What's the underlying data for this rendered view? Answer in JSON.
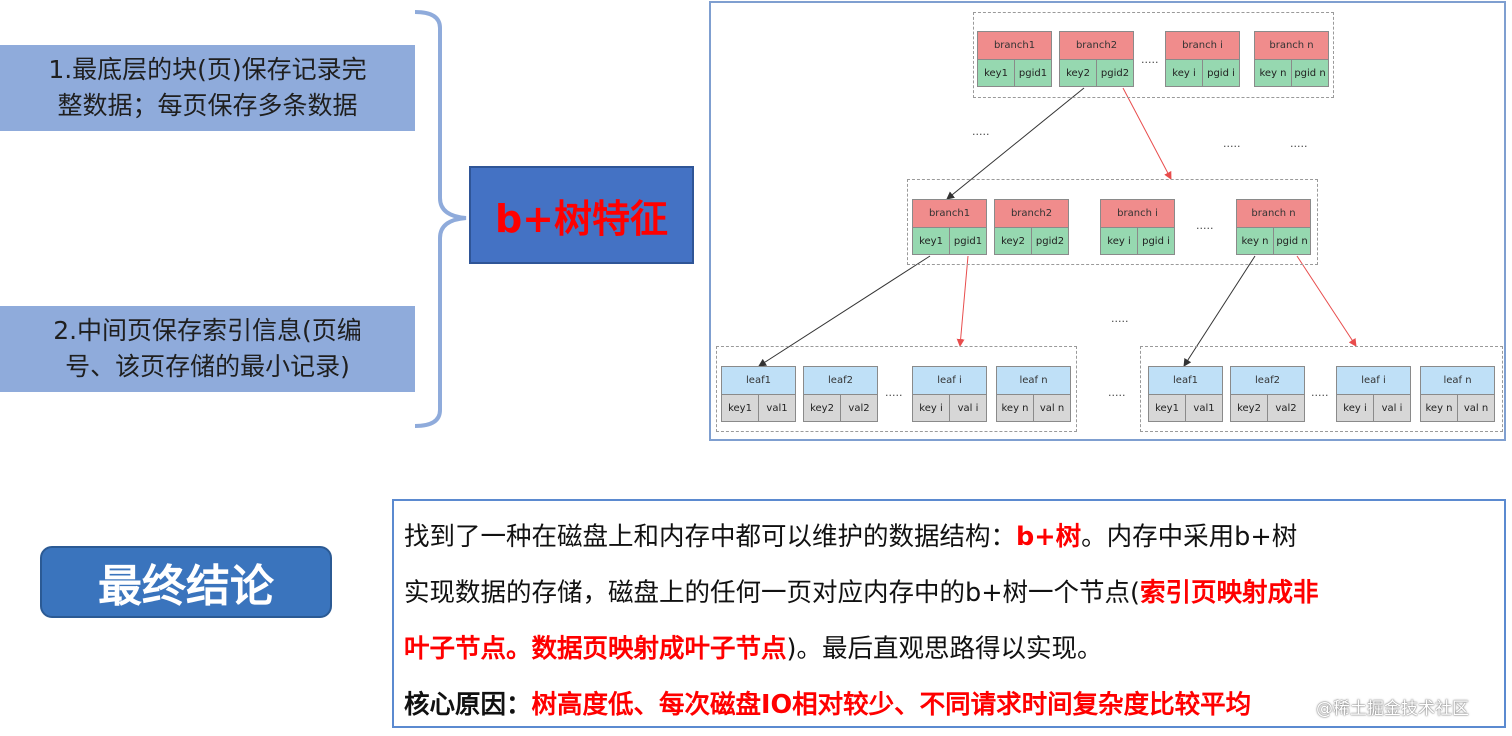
{
  "features": [
    {
      "line1": "1.最底层的块(页)保存记录完",
      "line2": "整数据；每页保存多条数据"
    },
    {
      "line1": "2.中间页保存索引信息(页编",
      "line2": "号、该页存储的最小记录)"
    }
  ],
  "title": "b+树特征",
  "tree": {
    "top_level": [
      {
        "header": "branch1",
        "key": "key1",
        "ptr": "pgid1"
      },
      {
        "header": "branch2",
        "key": "key2",
        "ptr": "pgid2"
      },
      {
        "header": "branch i",
        "key": "key i",
        "ptr": "pgid i"
      },
      {
        "header": "branch n",
        "key": "key n",
        "ptr": "pgid n"
      }
    ],
    "mid_level": [
      {
        "header": "branch1",
        "key": "key1",
        "ptr": "pgid1"
      },
      {
        "header": "branch2",
        "key": "key2",
        "ptr": "pgid2"
      },
      {
        "header": "branch i",
        "key": "key i",
        "ptr": "pgid i"
      },
      {
        "header": "branch n",
        "key": "key n",
        "ptr": "pgid n"
      }
    ],
    "leaf_left": [
      {
        "header": "leaf1",
        "key": "key1",
        "val": "val1"
      },
      {
        "header": "leaf2",
        "key": "key2",
        "val": "val2"
      },
      {
        "header": "leaf i",
        "key": "key i",
        "val": "val i"
      },
      {
        "header": "leaf n",
        "key": "key n",
        "val": "val n"
      }
    ],
    "leaf_right": [
      {
        "header": "leaf1",
        "key": "key1",
        "val": "val1"
      },
      {
        "header": "leaf2",
        "key": "key2",
        "val": "val2"
      },
      {
        "header": "leaf i",
        "key": "key i",
        "val": "val i"
      },
      {
        "header": "leaf n",
        "key": "key n",
        "val": "val n"
      }
    ],
    "ellipsis": "....."
  },
  "conclusion": {
    "label": "最终结论",
    "p1_a": "找到了一种在磁盘上和内存中都可以维护的数据结构：",
    "p1_b": "b+树",
    "p1_c": "。内存中采用b+树",
    "p2_a": "实现数据的存储，磁盘上的任何一页对应内存中的b+树一个节点(",
    "p2_b": "索引页映射成非",
    "p3_a": "叶子节点。数据页映射成叶子节点",
    "p3_b": ")。最后直观思路得以实现。",
    "p4_a": "核心原因：",
    "p4_b": "树高度低、每次磁盘IO相对较少、不同请求时间复杂度比较平均"
  },
  "watermark": "@稀土掘金技术社区",
  "colors": {
    "feature_bg": "#8fabdb",
    "title_bg": "#4472c4",
    "title_text": "#ff0000",
    "branch_header": "#f08c8c",
    "branch_row": "#96d8b0",
    "leaf_header": "#bfe0f7",
    "leaf_row": "#d7d7d7",
    "conclusion_button": "#3a74bd",
    "highlight": "#ff0000"
  }
}
